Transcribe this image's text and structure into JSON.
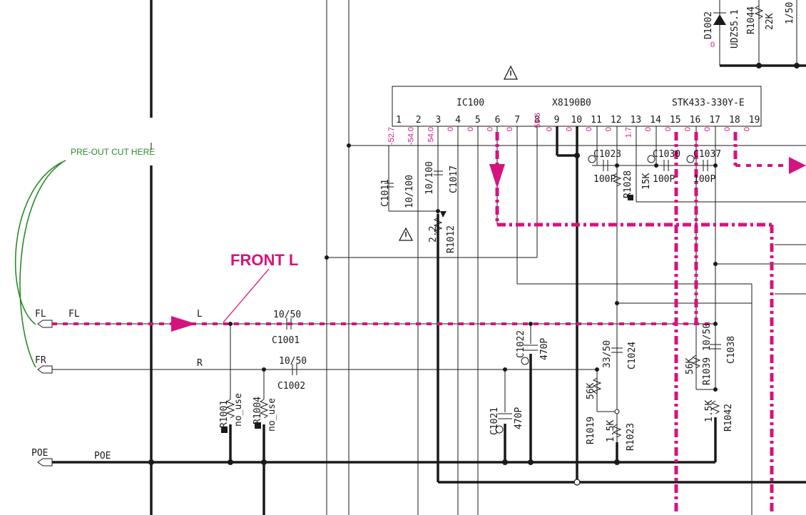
{
  "ic": {
    "name": "IC100",
    "part": "X8190B0",
    "type": "STK433-330Y-E",
    "pins": [
      "1",
      "2",
      "3",
      "4",
      "5",
      "6",
      "7",
      "8",
      "9",
      "10",
      "11",
      "12",
      "13",
      "14",
      "15",
      "16",
      "17",
      "18",
      "19"
    ]
  },
  "pin_voltages": [
    "-52.7",
    "-54.0",
    "54.0",
    "0",
    "0",
    "0",
    "0",
    "53.6",
    "0",
    "0",
    "0",
    "0",
    "1.7",
    "0",
    "0",
    "0",
    "0",
    "0",
    "0"
  ],
  "top_parts": {
    "diode": "D1002",
    "diode_type": "UDZS5.1",
    "diode_volt": "0",
    "r1044": "R1044",
    "r1044_val": "22K",
    "top_cap": "1/50"
  },
  "annotations": {
    "front_l": "FRONT L",
    "pre_out": "PRE-OUT CUT HERE"
  },
  "connectors": {
    "fl": "FL",
    "fr": "FR",
    "poe": "POE"
  },
  "nets": {
    "fl": "FL",
    "l": "L",
    "r": "R",
    "poe": "POE"
  },
  "components": {
    "c1001": {
      "name": "C1001",
      "value": "10/50"
    },
    "c1002": {
      "name": "C1002",
      "value": "10/50"
    },
    "c1011": {
      "name": "C1011",
      "value": "10/100"
    },
    "c1017": {
      "name": "C1017",
      "value": "10/100"
    },
    "r1012": {
      "name": "R1012",
      "value": "2.2"
    },
    "r1001": {
      "name": "R1001",
      "value": "no_use"
    },
    "r1004": {
      "name": "R1004",
      "value": "no_use"
    },
    "c1021": {
      "name": "C1021",
      "value": "470P"
    },
    "c1022": {
      "name": "C1022",
      "value": "470P"
    },
    "c1023": {
      "name": "C1023",
      "value": "100P"
    },
    "r1028": {
      "name": "R1028",
      "value": "15K"
    },
    "c1030": {
      "name": "C1030",
      "value": "100P"
    },
    "c1037": {
      "name": "C1037",
      "value": "100P"
    },
    "c1024": {
      "name": "C1024",
      "value": "33/50"
    },
    "r1019": {
      "name": "R1019",
      "value": "56K"
    },
    "r1023": {
      "name": "R1023",
      "value": "1.5K"
    },
    "r1039": {
      "name": "R1039",
      "value": "56K"
    },
    "c1038": {
      "name": "C1038",
      "value": "10/50"
    },
    "r1042": {
      "name": "R1042",
      "value": "1.5K"
    }
  },
  "colors": {
    "signal": "#d4137f",
    "wire": "#1a1a1a",
    "note": "#2a8a2a"
  }
}
